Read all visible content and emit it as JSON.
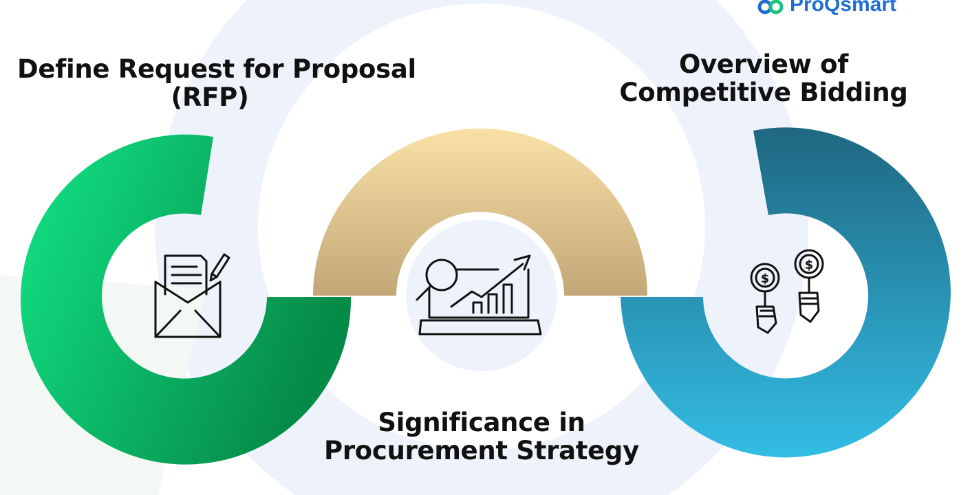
{
  "brand": {
    "name": "ProQsmart",
    "color": "#1f6fd1"
  },
  "stages": [
    {
      "id": "rfp",
      "title_lines": [
        "Define Request for Proposal",
        "(RFP)"
      ],
      "icon": "rfp-envelope-icon",
      "gradient": [
        "#12e486",
        "#058b48"
      ]
    },
    {
      "id": "significance",
      "title_lines": [
        "Significance in",
        "Procurement Strategy"
      ],
      "icon": "analytics-laptop-icon",
      "gradient": [
        "#f9e1a6",
        "#c1a777"
      ]
    },
    {
      "id": "bidding",
      "title_lines": [
        "Overview of",
        "Competitive Bidding"
      ],
      "icon": "bidding-paddles-icon",
      "gradient": [
        "#1f6781",
        "#33bde5"
      ]
    }
  ]
}
